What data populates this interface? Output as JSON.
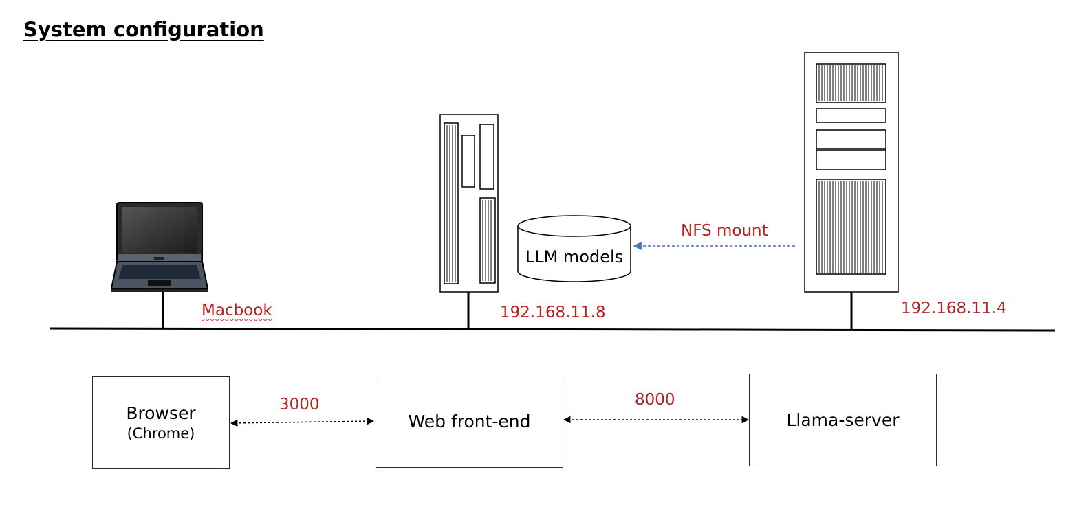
{
  "title": "System configuration",
  "hosts": {
    "macbook": {
      "label": "Macbook"
    },
    "frontend_host": {
      "ip": "192.168.11.8"
    },
    "llama_host": {
      "ip": "192.168.11.4"
    }
  },
  "storage": {
    "label": "LLM models"
  },
  "nfs": {
    "label": "NFS mount"
  },
  "components": {
    "browser": {
      "label": "Browser",
      "sublabel": "(Chrome)"
    },
    "frontend": {
      "label": "Web front-end"
    },
    "llama": {
      "label": "Llama-server"
    }
  },
  "ports": {
    "browser_frontend": "3000",
    "frontend_llama": "8000"
  },
  "colors": {
    "label_red": "#b22222",
    "nfs_arrow": "#4472c4",
    "box_border": "#1e2a3f"
  }
}
